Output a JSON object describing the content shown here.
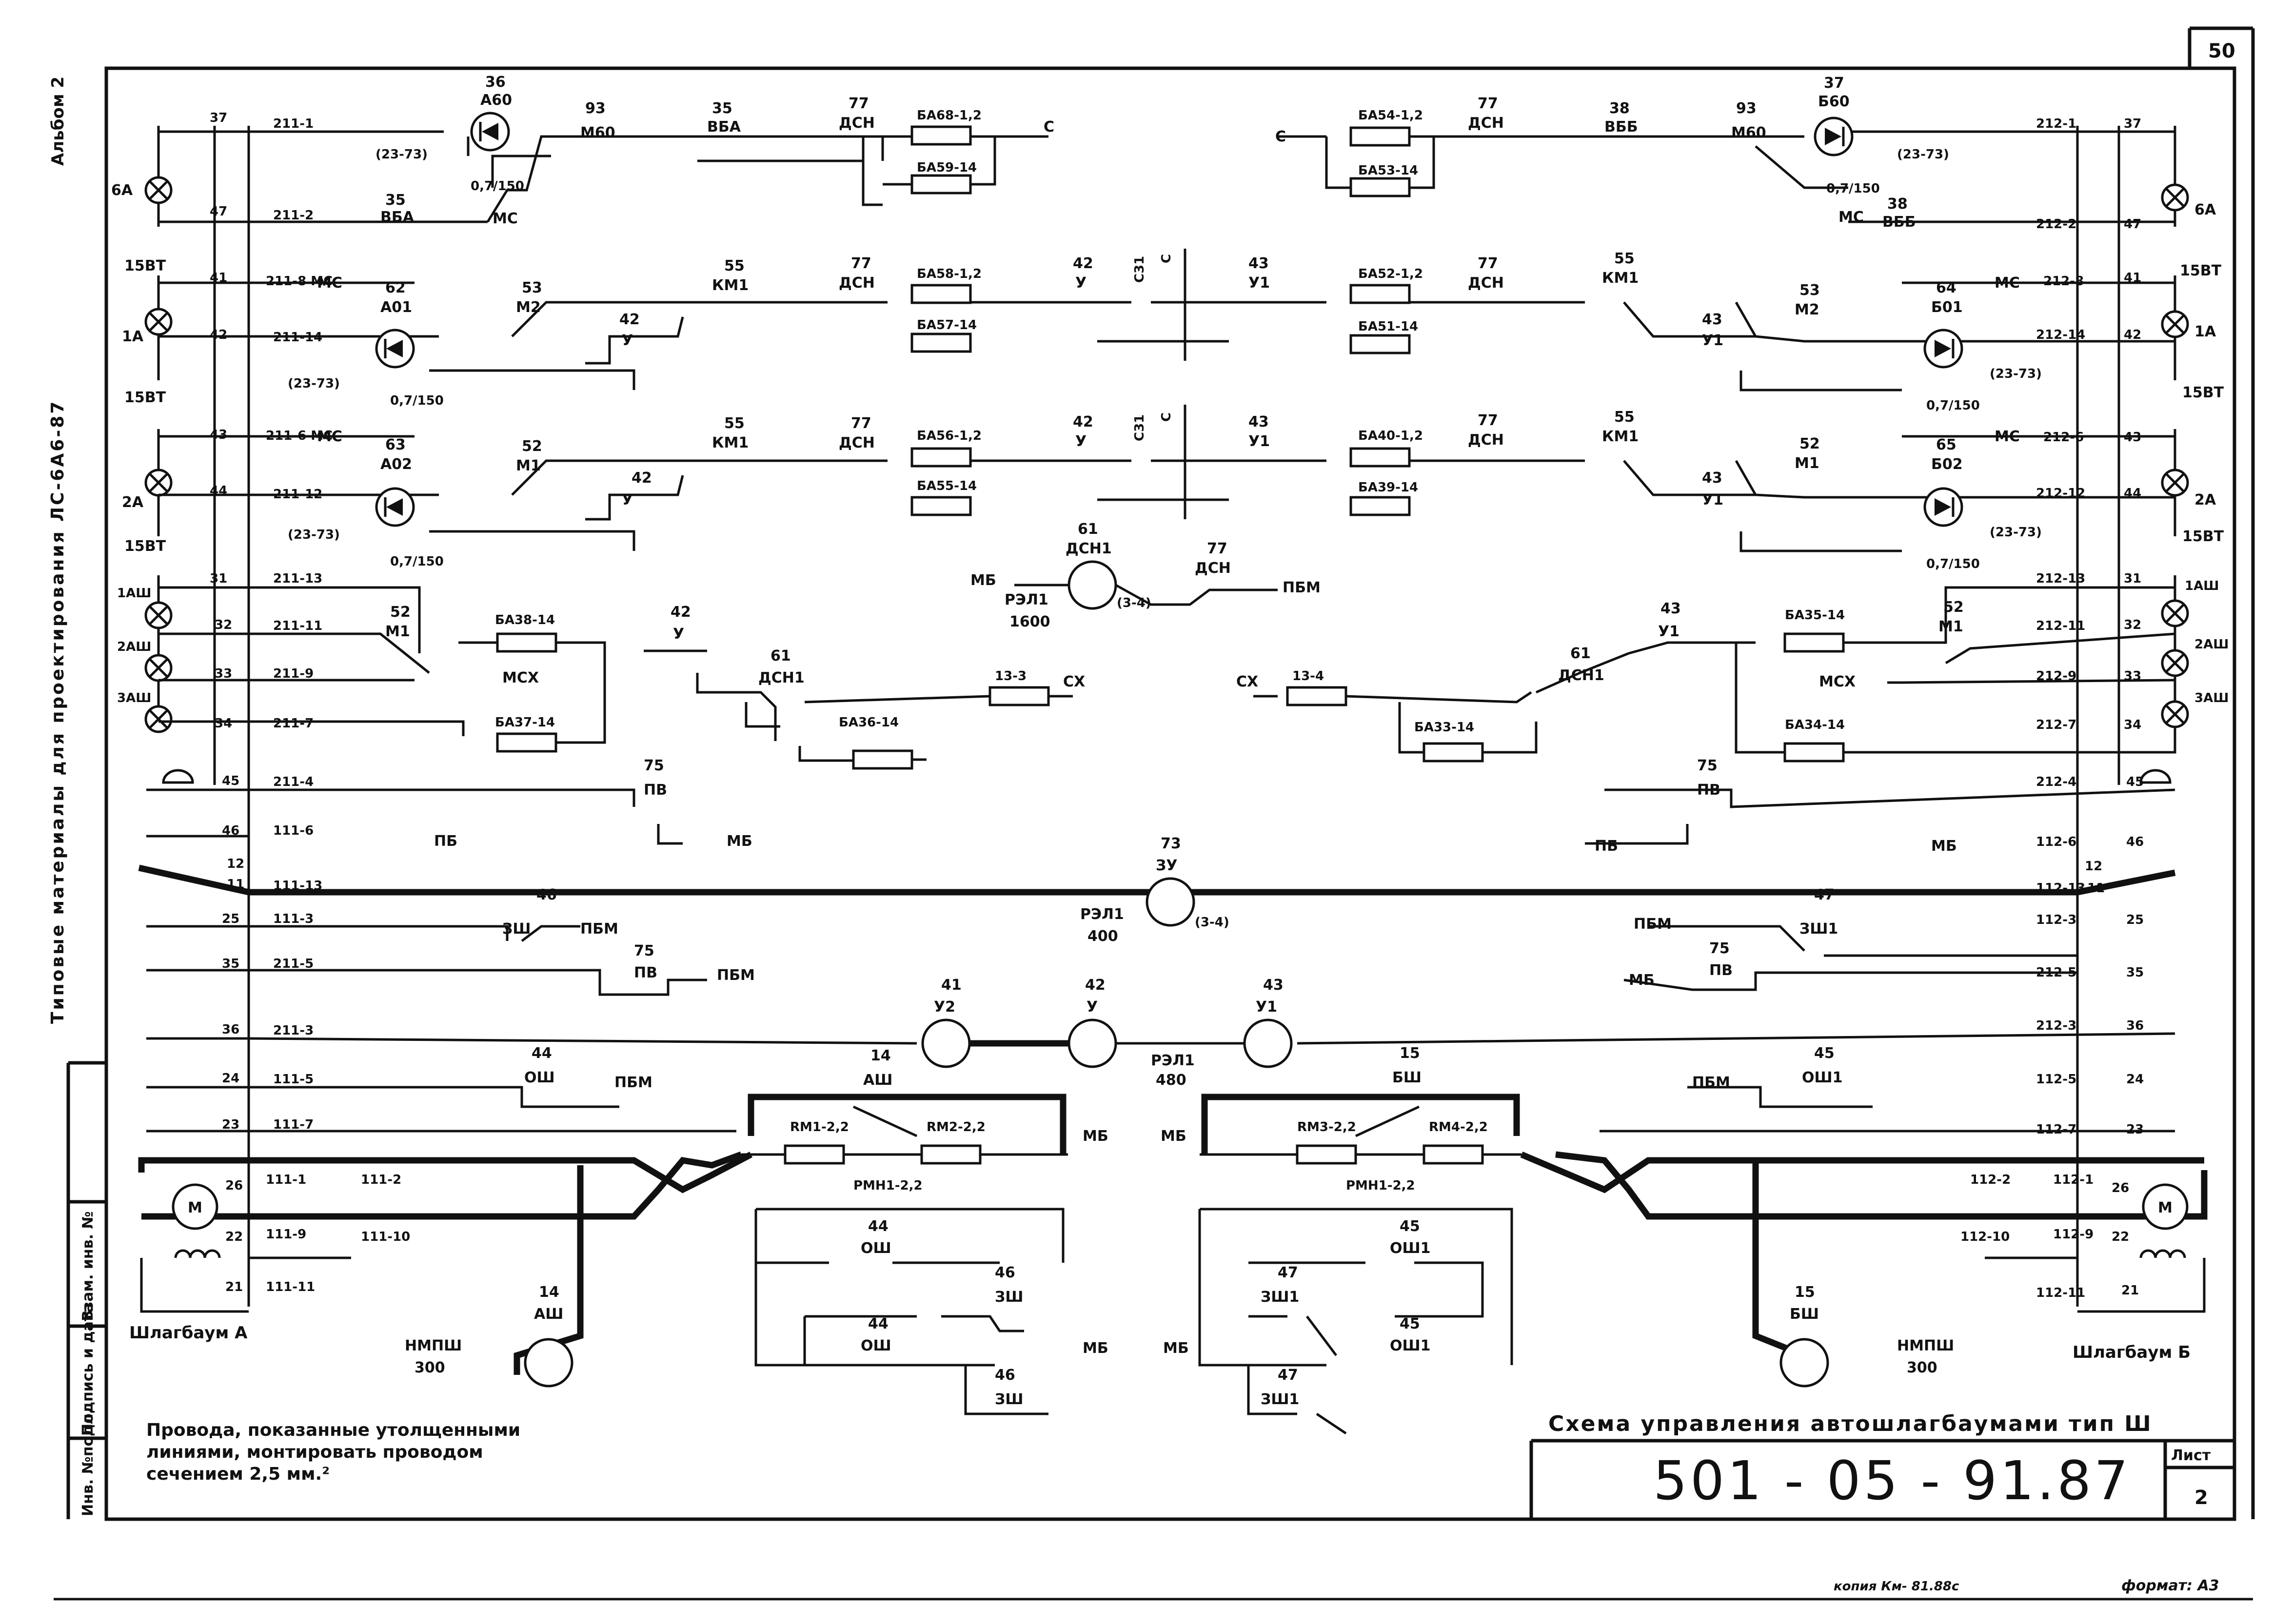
{
  "sheet": {
    "number": "50",
    "album": "Альбом 2",
    "series_vertical": "Типовые материалы для проектирования ЛС-6А6-87",
    "stamp_fields": [
      "Инв. №подл.",
      "Подпись и дата",
      "Взам. инв. №"
    ],
    "title": "Схема управления автошлагбаумами тип Ш",
    "code": "501 - 05 - 91.87",
    "list_label": "Лист",
    "list_number": "2",
    "note": [
      "Провода, показанные утолщенными",
      "линиями, монтировать проводом",
      "сечением  2,5 мм.²"
    ],
    "copy_note": "копия  Км- 81.88с",
    "format": "формат: А3",
    "barrier_a": "Шлагбаум А",
    "barrier_b": "Шлагбаум Б"
  },
  "lamps": {
    "left": [
      {
        "id": "6А",
        "power": "15ВТ"
      },
      {
        "id": "1А",
        "power": "15ВТ"
      },
      {
        "id": "2А",
        "power": "15ВТ"
      },
      {
        "id": "1АШ"
      },
      {
        "id": "2АШ"
      },
      {
        "id": "3АШ"
      }
    ],
    "right": [
      {
        "id": "6А",
        "power": "15ВТ"
      },
      {
        "id": "1А",
        "power": "15ВТ"
      },
      {
        "id": "2А",
        "power": "15ВТ"
      },
      {
        "id": "1АШ"
      },
      {
        "id": "2АШ"
      },
      {
        "id": "3АШ"
      }
    ]
  },
  "wires_left": [
    "211-1",
    "211-2",
    "211-8 МС",
    "211-14",
    "211-6 МС",
    "211-12",
    "211-13",
    "211-11",
    "211-9",
    "211-7",
    "211-4",
    "111-6",
    "111-13",
    "111-3",
    "211-5",
    "211-3",
    "111-5",
    "111-7",
    "111-1",
    "111-2",
    "111-9",
    "111-10",
    "111-11"
  ],
  "wires_right": [
    "212-1",
    "212-2",
    "212-8",
    "212-14",
    "212-6",
    "212-12",
    "212-13",
    "212-11",
    "212-9",
    "212-7",
    "212-4",
    "112-6",
    "112-13",
    "112-3",
    "212-5",
    "212-3",
    "112-5",
    "112-7",
    "112-1",
    "112-2",
    "112-9",
    "112-10",
    "112-11"
  ],
  "terminals_left": [
    "37",
    "47",
    "41",
    "42",
    "43",
    "44",
    "31",
    "32",
    "33",
    "34",
    "45",
    "46",
    "12",
    "11",
    "25",
    "35",
    "36",
    "24",
    "23",
    "26",
    "22",
    "21"
  ],
  "terminals_right": [
    "37",
    "47",
    "41",
    "42",
    "43",
    "44",
    "31",
    "32",
    "33",
    "34",
    "45",
    "46",
    "12",
    "11",
    "25",
    "35",
    "36",
    "24",
    "23",
    "26",
    "22",
    "21"
  ],
  "relays": {
    "a60": {
      "num": "36",
      "name": "А60"
    },
    "b60": {
      "num": "37",
      "name": "Б60"
    },
    "m60l": {
      "num": "93",
      "name": "М60"
    },
    "m60r": {
      "num": "93",
      "name": "М60"
    },
    "vba": {
      "num": "35",
      "name": "ВБА"
    },
    "vbb": {
      "num": "38",
      "name": "ВББ"
    },
    "dsn": {
      "num": "77",
      "name": "ДСН"
    },
    "a01": {
      "num": "62",
      "name": "А01"
    },
    "a02": {
      "num": "63",
      "name": "А02"
    },
    "b01": {
      "num": "64",
      "name": "Б01"
    },
    "b02": {
      "num": "65",
      "name": "Б02"
    },
    "m2": {
      "num": "53",
      "name": "М2"
    },
    "m1": {
      "num": "52",
      "name": "М1"
    },
    "km1": {
      "num": "55",
      "name": "КМ1"
    },
    "u": {
      "num": "42",
      "name": "У"
    },
    "u1": {
      "num": "43",
      "name": "У1"
    },
    "u2": {
      "num": "41",
      "name": "У2"
    },
    "dsn1": {
      "num": "61",
      "name": "ДСН1"
    },
    "pv": {
      "num": "75",
      "name": "ПВ"
    },
    "zu": {
      "num": "73",
      "name": "ЗУ"
    },
    "zsh": {
      "num": "46",
      "name": "ЗШ"
    },
    "zsh1": {
      "num": "47",
      "name": "ЗШ1"
    },
    "osh": {
      "num": "44",
      "name": "ОШ"
    },
    "osh1": {
      "num": "45",
      "name": "ОШ1"
    },
    "ash": {
      "num": "14",
      "name": "АШ"
    },
    "bsh": {
      "num": "15",
      "name": "БШ"
    }
  },
  "resistors": [
    "БА68-1,2",
    "БА59-14",
    "БА54-1,2",
    "БА53-14",
    "БА58-1,2",
    "БА57-14",
    "БА52-1,2",
    "БА51-14",
    "БА56-1,2",
    "БА55-14",
    "БА40-1,2",
    "БА39-14",
    "БА38-14",
    "БА37-14",
    "БА36-14",
    "БА35-14",
    "БА34-14",
    "БА33-14",
    "13-3",
    "13-4",
    "RМ1-2,2",
    "RМ2-2,2",
    "RМ3-2,2",
    "RМ4-2,2",
    "РМН1-2,2"
  ],
  "labels": {
    "bus_c": "С",
    "bus_c31": "С31",
    "bus_sh": "СХ",
    "bus_mb": "МБ",
    "bus_pb": "ПБ",
    "bus_pbm": "ПБМ",
    "bus_ms": "МС",
    "bus_msh": "МСХ",
    "rzl_1600": "РЭЛ1",
    "rzl_1600_v": "1600",
    "rzl_400": "РЭЛ1",
    "rzl_400_v": "400",
    "rzl_480": "РЭЛ1",
    "rzl_480_v": "480",
    "diode_rating": "0,7/150",
    "diode_ref": "(23-73)",
    "diode_num": "02",
    "ref_34": "(3-4)",
    "nmpsh": "НМПШ",
    "nmpsh_v": "300",
    "motor": "М"
  }
}
